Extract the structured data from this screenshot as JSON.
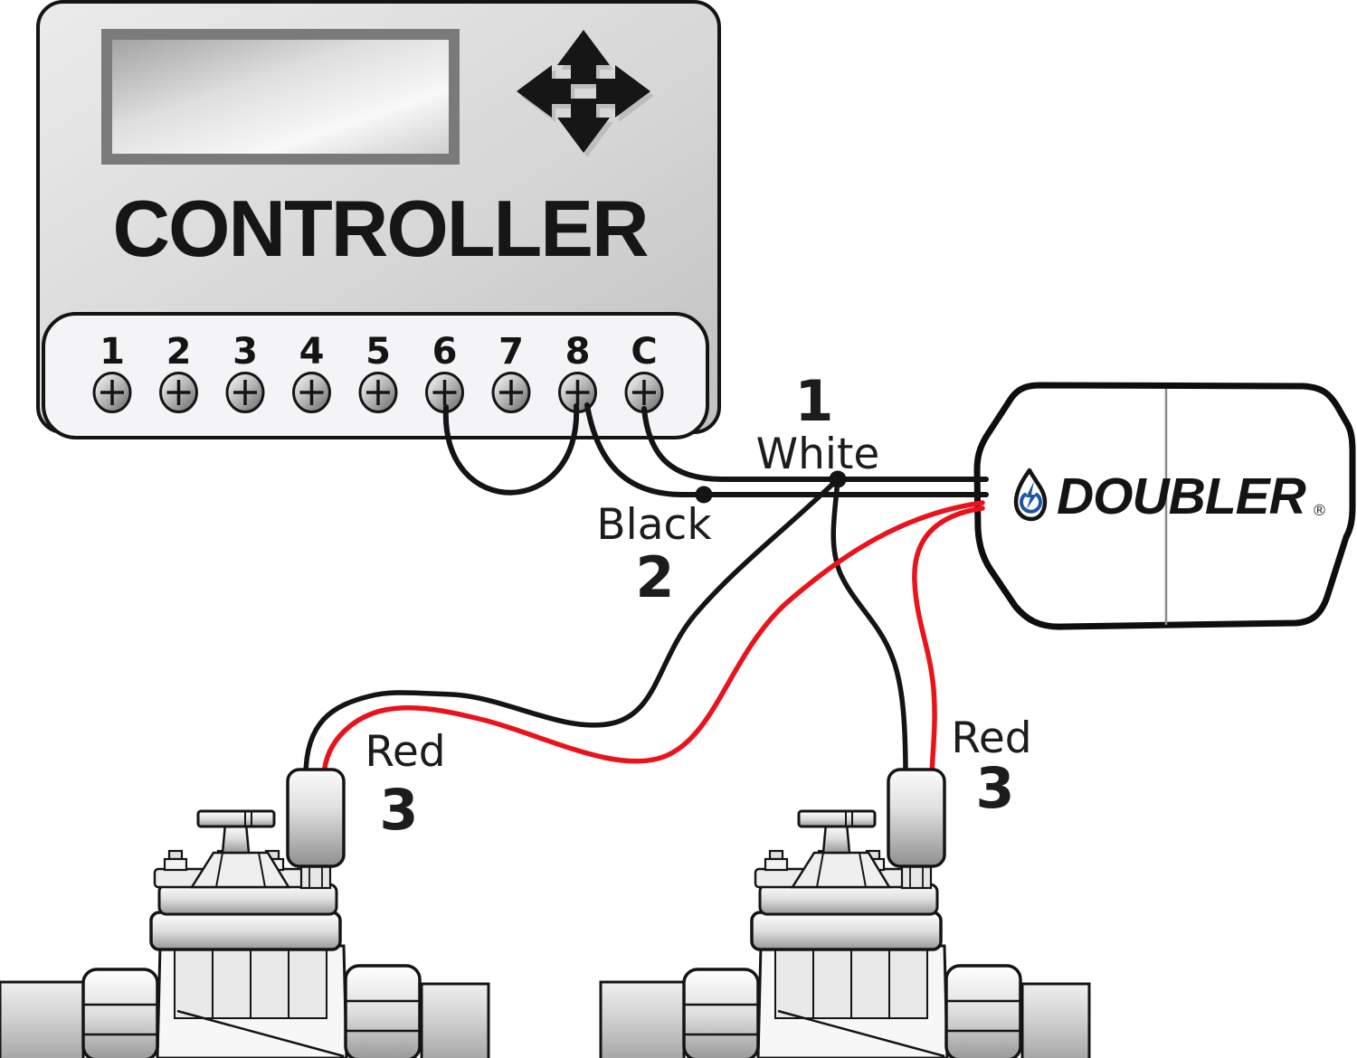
{
  "controller": {
    "label": "CONTROLLER",
    "terminals": [
      "1",
      "2",
      "3",
      "4",
      "5",
      "6",
      "7",
      "8",
      "C"
    ]
  },
  "doubler": {
    "brand": "DOUBLER",
    "registered_mark": "®"
  },
  "wire_labels": {
    "white": {
      "step": "1",
      "name": "White"
    },
    "black": {
      "step": "2",
      "name": "Black"
    },
    "red_left": {
      "step": "3",
      "name": "Red"
    },
    "red_right": {
      "step": "3",
      "name": "Red"
    }
  },
  "colors": {
    "brand_blue": "#1d55a8",
    "wire_red": "#e8131c",
    "wire_black": "#141414"
  }
}
